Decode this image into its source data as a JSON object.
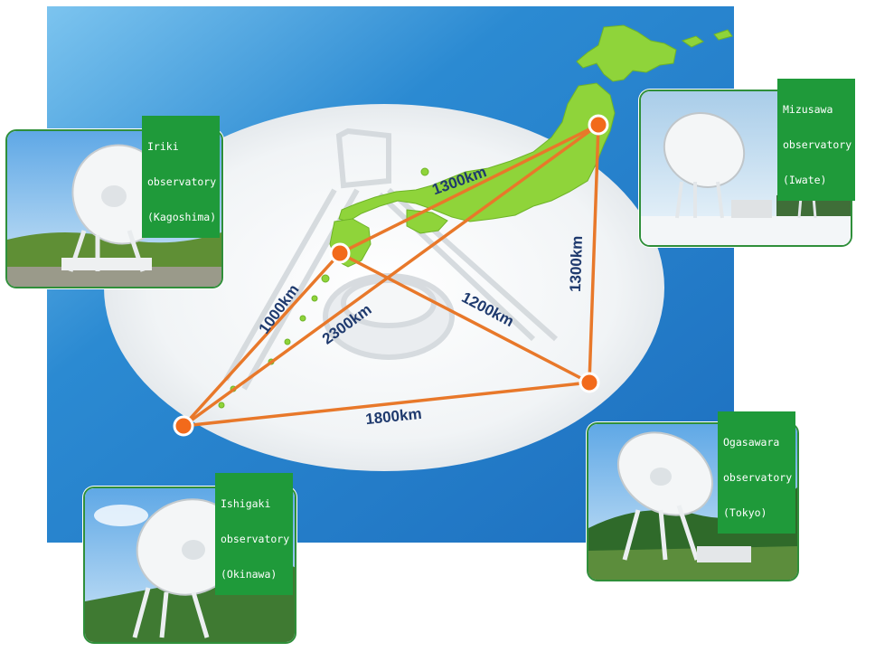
{
  "colors": {
    "background_blue": "#2b86cf",
    "land_green": "#8fd43a",
    "route_orange": "#e8782a",
    "node_orange": "#f26a1b",
    "label_green": "#1f9a3a",
    "distance_text": "#1f3a6e"
  },
  "observatories": [
    {
      "id": "iriki",
      "name": "Iriki",
      "line2": "observatory",
      "line3": "(Kagoshima)"
    },
    {
      "id": "mizusawa",
      "name": "Mizusawa",
      "line2": "observatory",
      "line3": "(Iwate)"
    },
    {
      "id": "ishigaki",
      "name": "Ishigaki",
      "line2": "observatory",
      "line3": "(Okinawa)"
    },
    {
      "id": "ogasawara",
      "name": "Ogasawara",
      "line2": "observatory",
      "line3": "(Tokyo)"
    }
  ],
  "distances": {
    "iriki_mizusawa": "1300km",
    "iriki_ishigaki": "1000km",
    "ishigaki_mizusawa": "2300km",
    "iriki_ogasawara": "1200km",
    "mizusawa_ogasawara": "1300km",
    "ishigaki_ogasawara": "1800km"
  },
  "icons": {
    "photo_icon": "radio-telescope-photo",
    "node_icon": "observatory-node-dot"
  }
}
